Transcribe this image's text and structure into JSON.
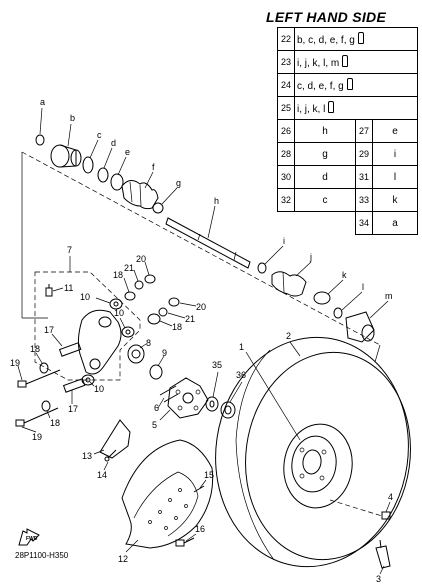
{
  "title": "LEFT HAND SIDE",
  "diagram_code": "28P1100-H350",
  "fwd_label": "FWD",
  "legend_rows_full": [
    {
      "num": "22",
      "text": "b, c, d, e, f, g"
    },
    {
      "num": "23",
      "text": "i, j, k, l, m"
    },
    {
      "num": "24",
      "text": "c, d, e, f, g"
    },
    {
      "num": "25",
      "text": "i, j, k, l"
    }
  ],
  "legend_rows_pairs": [
    {
      "num1": "26",
      "val1": "h",
      "num2": "27",
      "val2": "e"
    },
    {
      "num1": "28",
      "val1": "g",
      "num2": "29",
      "val2": "i"
    },
    {
      "num1": "30",
      "val1": "d",
      "num2": "31",
      "val2": "l"
    },
    {
      "num1": "32",
      "val1": "c",
      "num2": "33",
      "val2": "k"
    }
  ],
  "legend_row_last": {
    "num": "34",
    "val": "a"
  },
  "callouts": {
    "a": "a",
    "b": "b",
    "c": "c",
    "d": "d",
    "e": "e",
    "f": "f",
    "g": "g",
    "h": "h",
    "i": "i",
    "j": "j",
    "k": "k",
    "l": "l",
    "m": "m",
    "n1": "1",
    "n2": "2",
    "n3": "3",
    "n4": "4",
    "n5": "5",
    "n6": "6",
    "n7": "7",
    "n8": "8",
    "n9": "9",
    "n10a": "10",
    "n10b": "10",
    "n10c": "10",
    "n11": "11",
    "n12": "12",
    "n13": "13",
    "n14": "14",
    "n15": "15",
    "n16": "16",
    "n17a": "17",
    "n17b": "17",
    "n18a": "18",
    "n18b": "18",
    "n18c": "18",
    "n18d": "18",
    "n19a": "19",
    "n19b": "19",
    "n20a": "20",
    "n20b": "20",
    "n21a": "21",
    "n21b": "21",
    "n35": "35",
    "n36": "36"
  }
}
